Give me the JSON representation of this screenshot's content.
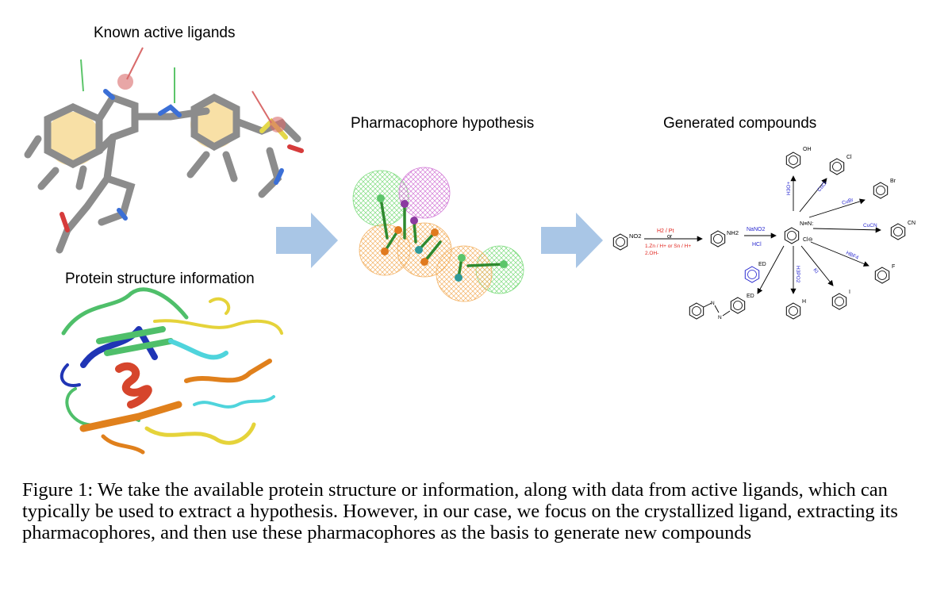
{
  "panels": {
    "ligands_title": "Known active ligands",
    "protein_title": "Protein structure information",
    "pharmacophore_title": "Pharmacophore hypothesis",
    "generated_title": "Generated compounds"
  },
  "reaction": {
    "start_sub": "NO2",
    "reduction_top": "H2 / Pt",
    "reduction_or": "or",
    "reduction_alt1": "1.Zn / H+ or Sn / H+",
    "reduction_alt2": "2.OH-",
    "amine_sub": "NH2",
    "diazotization_top": "NaNO2",
    "diazotization_bottom": "HCl",
    "diazonium_label": "N≡N:",
    "counter_ion": "Cl⊖",
    "products": [
      {
        "reagent": "H3O+",
        "substituent": "OH"
      },
      {
        "reagent": "CuCl",
        "substituent": "Cl"
      },
      {
        "reagent": "CuBr",
        "substituent": "Br"
      },
      {
        "reagent": "CuCN",
        "substituent": "CN"
      },
      {
        "reagent": "HBF4",
        "substituent": "F"
      },
      {
        "reagent": "KI",
        "substituent": "I"
      },
      {
        "reagent": "H3PO2",
        "substituent": "H"
      },
      {
        "reagent": "",
        "substituent": "ED"
      }
    ],
    "azo_ed": "ED"
  },
  "caption": "Figure 1: We take the available protein structure or information, along with data from active ligands, which can typically be used to extract a hypothesis. However, in our case, we focus on the crystallized ligand, extracting its pharmacophores, and then use these pharmacophores as the basis to generate new compounds",
  "colors": {
    "arrow": "#a9c6e6",
    "reagent_red": "#e0221b",
    "reagent_blue": "#2a2ad0",
    "stick_gray": "#8c8c8c",
    "aromatic_ring": "#f2c65c",
    "acceptor": "#d96b6b",
    "donor": "#5cc56a",
    "hydrophobic_mesh": "#f3b264",
    "hbd_mesh": "#7fdc7f",
    "neg_mesh": "#d27ad6",
    "helix": "#d6452c",
    "sheet_blue": "#2035b5",
    "loop_green": "#4fbf6a",
    "loop_yellow": "#e5d33a",
    "loop_orange": "#e0801c",
    "loop_cyan": "#4fd4dc"
  }
}
